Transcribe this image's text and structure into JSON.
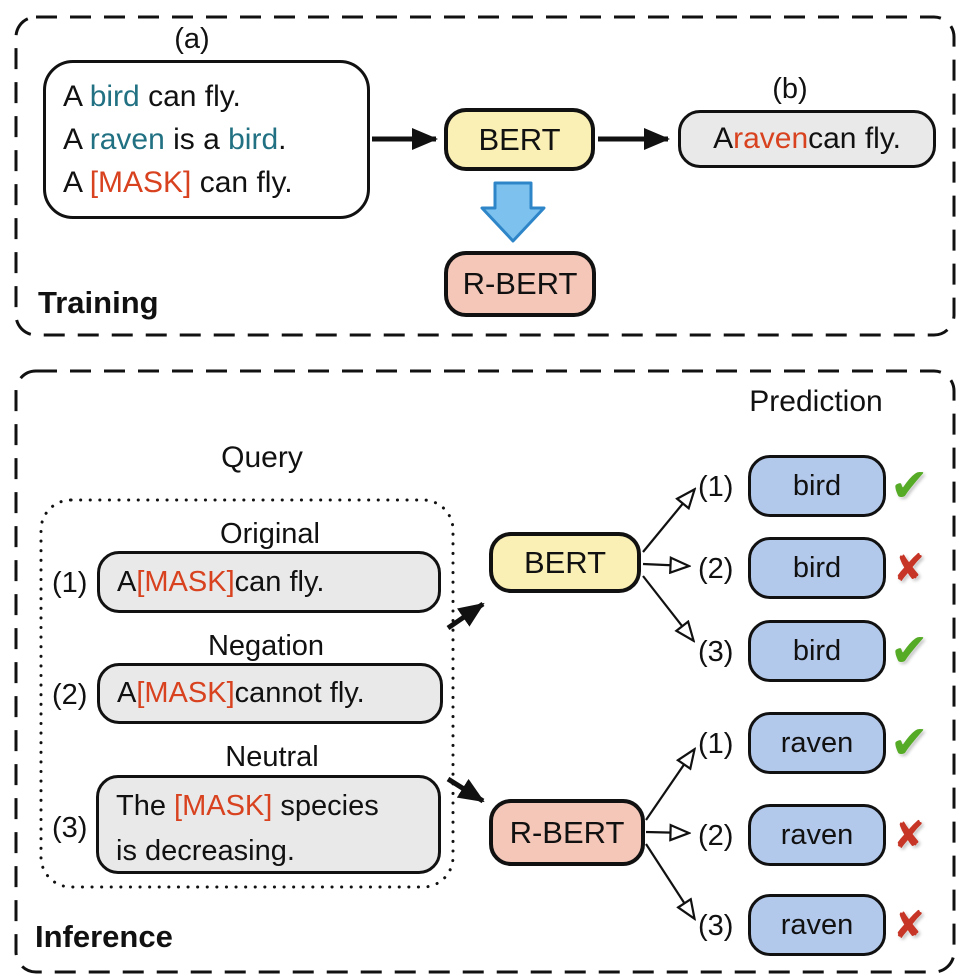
{
  "palette": {
    "teal": "#217183",
    "mask-red": "#D8421F",
    "bert-yellow": "#FAF0B5",
    "rbert-pink": "#F5C7B8",
    "pred-blue": "#B3C9EC",
    "query-gray": "#E9E9E9",
    "arrow-blue-fill": "#7DC1EF",
    "arrow-blue-stroke": "#2E86C8",
    "check-green": "#55AB26",
    "cross-red": "#C63526"
  },
  "training": {
    "section_label": "Training",
    "panel_a_tag": "(a)",
    "panel_b_tag": "(b)",
    "input_lines": [
      {
        "parts": [
          {
            "t": "A "
          },
          {
            "t": "bird",
            "c": "teal"
          },
          {
            "t": " can fly."
          }
        ]
      },
      {
        "parts": [
          {
            "t": "A "
          },
          {
            "t": "raven",
            "c": "teal"
          },
          {
            "t": " is a "
          },
          {
            "t": "bird",
            "c": "teal"
          },
          {
            "t": "."
          }
        ]
      },
      {
        "parts": [
          {
            "t": "A "
          },
          {
            "t": "[MASK]",
            "c": "mask"
          },
          {
            "t": " can fly."
          }
        ]
      }
    ],
    "bert_label": "BERT",
    "output_line": {
      "parts": [
        {
          "t": "A "
        },
        {
          "t": "raven",
          "c": "mask"
        },
        {
          "t": " can fly."
        }
      ]
    },
    "rbert_label": "R-BERT"
  },
  "inference": {
    "section_label": "Inference",
    "query_label": "Query",
    "prediction_label": "Prediction",
    "queries": [
      {
        "tag": "(1)",
        "type_label": "Original",
        "lines": [
          {
            "parts": [
              {
                "t": "A "
              },
              {
                "t": "[MASK]",
                "c": "mask"
              },
              {
                "t": " can fly."
              }
            ]
          }
        ]
      },
      {
        "tag": "(2)",
        "type_label": "Negation",
        "lines": [
          {
            "parts": [
              {
                "t": "A "
              },
              {
                "t": "[MASK]",
                "c": "mask"
              },
              {
                "t": " cannot fly."
              }
            ]
          }
        ]
      },
      {
        "tag": "(3)",
        "type_label": "Neutral",
        "lines": [
          {
            "parts": [
              {
                "t": "The "
              },
              {
                "t": "[MASK]",
                "c": "mask"
              },
              {
                "t": " species"
              }
            ]
          },
          {
            "parts": [
              {
                "t": "is decreasing."
              }
            ]
          }
        ]
      }
    ],
    "bert": {
      "label": "BERT",
      "predictions": [
        {
          "tag": "(1)",
          "word": "bird",
          "result": "correct"
        },
        {
          "tag": "(2)",
          "word": "bird",
          "result": "wrong"
        },
        {
          "tag": "(3)",
          "word": "bird",
          "result": "correct"
        }
      ]
    },
    "rbert": {
      "label": "R-BERT",
      "predictions": [
        {
          "tag": "(1)",
          "word": "raven",
          "result": "correct"
        },
        {
          "tag": "(2)",
          "word": "raven",
          "result": "wrong"
        },
        {
          "tag": "(3)",
          "word": "raven",
          "result": "wrong"
        }
      ]
    }
  },
  "marks": {
    "correct": "✔",
    "wrong": "✘"
  }
}
